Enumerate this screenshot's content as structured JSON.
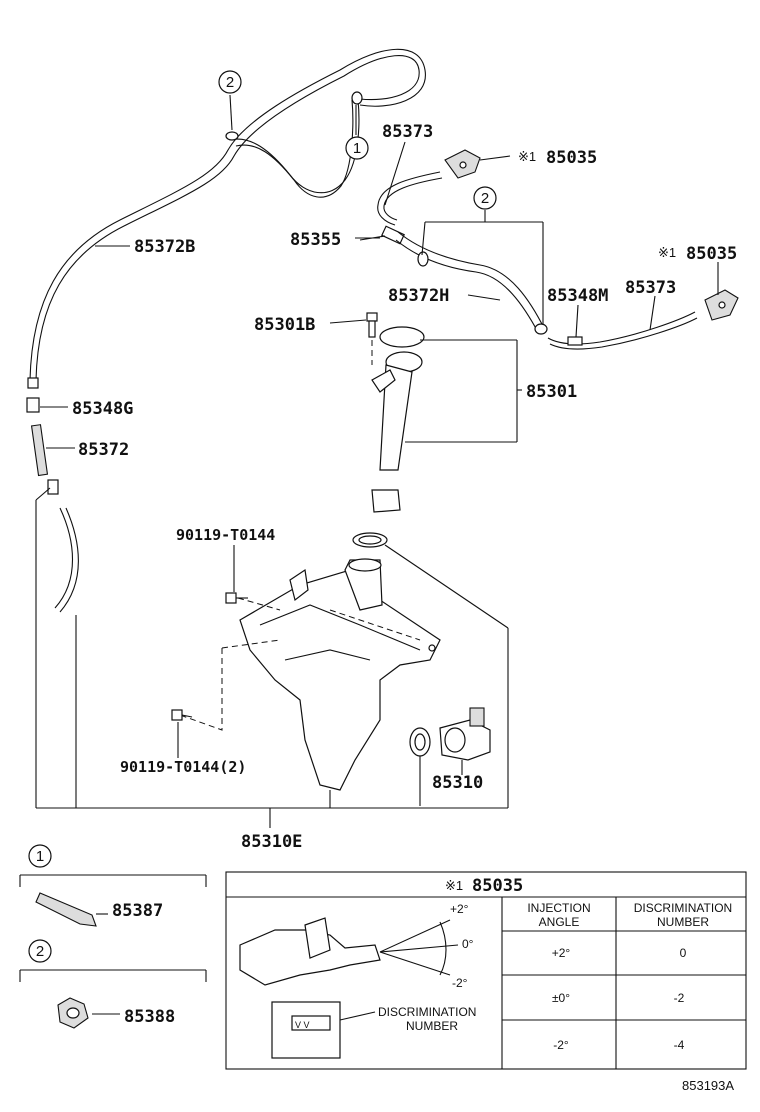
{
  "parts": {
    "p85373_top": "85373",
    "p85035_top": "85035",
    "p85372B": "85372B",
    "p85355": "85355",
    "p85035_right": "85035",
    "p85373_right": "85373",
    "p85372H": "85372H",
    "p85348M": "85348M",
    "p85301B": "85301B",
    "p85301": "85301",
    "p85348G": "85348G",
    "p85372": "85372",
    "p90119_top": "90119-T0144",
    "p90119_bottom": "90119-T0144(2)",
    "p85310": "85310",
    "p85310E": "85310E",
    "p85387": "85387",
    "p85388": "85388"
  },
  "markers": {
    "note_mark": "※1",
    "circle_1": "1",
    "circle_2": "2"
  },
  "table": {
    "title_mark": "※1",
    "title_part": "85035",
    "headers": [
      "INJECTION ANGLE",
      "DISCRIMINATION NUMBER"
    ],
    "rows": [
      {
        "angle": "+2°",
        "number": "0"
      },
      {
        "angle": "±0°",
        "number": "-2"
      },
      {
        "angle": "-2°",
        "number": "-4"
      }
    ],
    "angle_plus": "+2°",
    "angle_zero": "0°",
    "angle_minus": "-2°",
    "discrimination_label_1": "DISCRIMINATION",
    "discrimination_label_2": "NUMBER"
  },
  "footer": {
    "ref_code": "853193A"
  }
}
